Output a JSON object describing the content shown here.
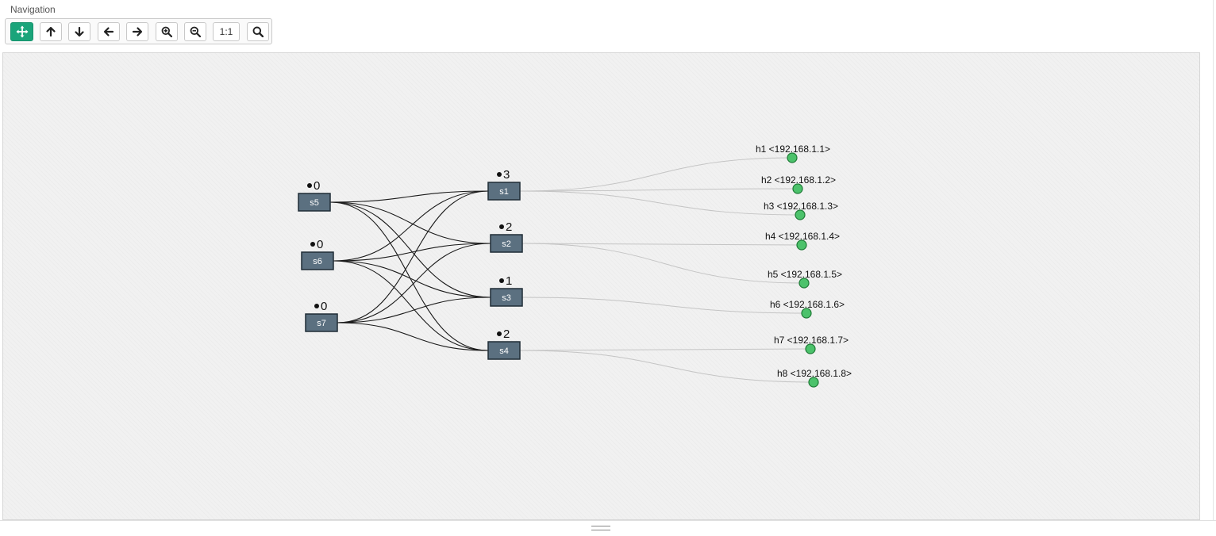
{
  "navigation": {
    "title": "Navigation",
    "buttons": [
      {
        "id": "pan",
        "icon": "move-icon",
        "label": "",
        "active": true
      },
      {
        "id": "up",
        "icon": "arrow-up-icon",
        "label": ""
      },
      {
        "id": "down",
        "icon": "arrow-down-icon",
        "label": ""
      },
      {
        "id": "left",
        "icon": "arrow-left-icon",
        "label": ""
      },
      {
        "id": "right",
        "icon": "arrow-right-icon",
        "label": ""
      },
      {
        "id": "zoom-in",
        "icon": "zoom-in-icon",
        "label": ""
      },
      {
        "id": "zoom-out",
        "icon": "zoom-out-icon",
        "label": ""
      },
      {
        "id": "reset",
        "icon": "",
        "label": "1:1"
      },
      {
        "id": "fit",
        "icon": "search-icon",
        "label": ""
      }
    ]
  },
  "colors": {
    "switch_fill": "#5b7080",
    "switch_border": "#1f2c36",
    "host_fill": "#4cc26b",
    "host_border": "#1e7a36",
    "switch_link": "#1a1a1a",
    "host_link": "#c4c4c4",
    "active_button": "#1aa47a"
  },
  "topology": {
    "spine_switches": [
      {
        "id": "s5",
        "label": "s5",
        "count": "0"
      },
      {
        "id": "s6",
        "label": "s6",
        "count": "0"
      },
      {
        "id": "s7",
        "label": "s7",
        "count": "0"
      }
    ],
    "leaf_switches": [
      {
        "id": "s1",
        "label": "s1",
        "count": "3"
      },
      {
        "id": "s2",
        "label": "s2",
        "count": "2"
      },
      {
        "id": "s3",
        "label": "s3",
        "count": "1"
      },
      {
        "id": "s4",
        "label": "s4",
        "count": "2"
      }
    ],
    "hosts": [
      {
        "id": "h1",
        "label": "h1 <192.168.1.1>",
        "switch": "s1"
      },
      {
        "id": "h2",
        "label": "h2 <192.168.1.2>",
        "switch": "s1"
      },
      {
        "id": "h3",
        "label": "h3 <192.168.1.3>",
        "switch": "s1"
      },
      {
        "id": "h4",
        "label": "h4 <192.168.1.4>",
        "switch": "s2"
      },
      {
        "id": "h5",
        "label": "h5 <192.168.1.5>",
        "switch": "s2"
      },
      {
        "id": "h6",
        "label": "h6 <192.168.1.6>",
        "switch": "s3"
      },
      {
        "id": "h7",
        "label": "h7 <192.168.1.7>",
        "switch": "s4"
      },
      {
        "id": "h8",
        "label": "h8 <192.168.1.8>",
        "switch": "s4"
      }
    ]
  }
}
